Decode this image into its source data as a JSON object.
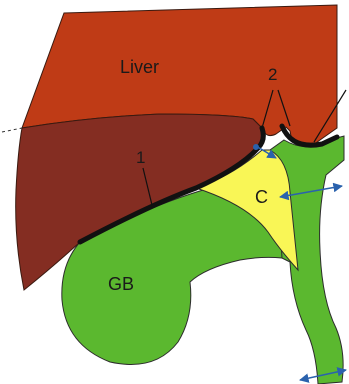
{
  "diagram": {
    "labels": {
      "liver": "Liver",
      "marker_1": "1",
      "marker_2": "2",
      "triangle": "C",
      "gallbladder": "GB"
    },
    "colors": {
      "liver_upper": "#bf3b16",
      "liver_lower": "#842d22",
      "gallbladder": "#5bb82f",
      "triangle_zone": "#f9f656",
      "peritoneal_line": "#111111",
      "arrow": "#2a62ad",
      "outline": "#2c2c2c"
    }
  }
}
